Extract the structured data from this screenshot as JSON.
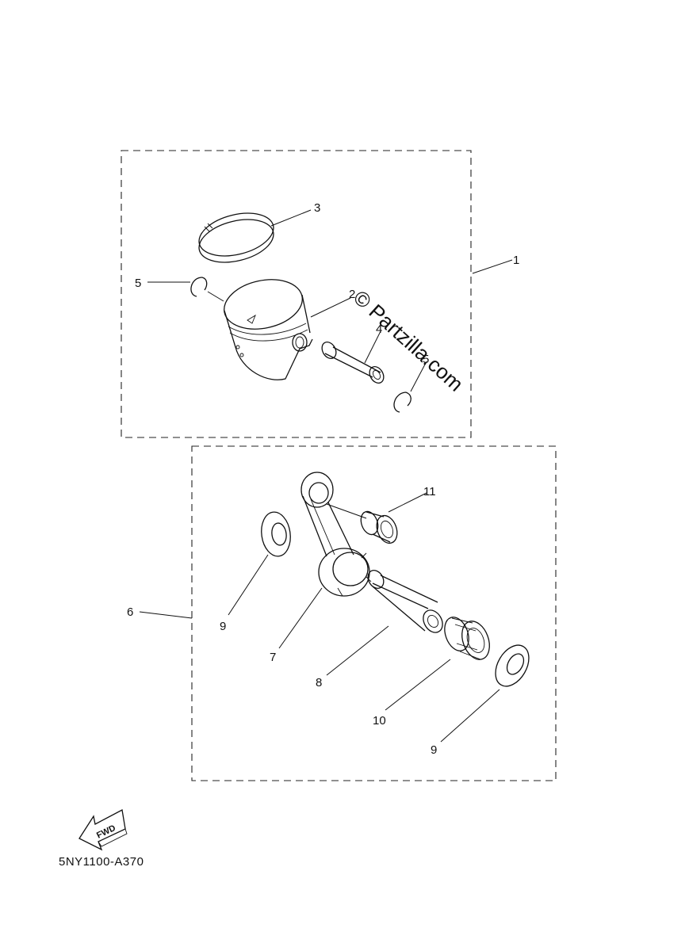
{
  "diagram": {
    "code": "5NY1100-A370",
    "watermark": "© Partzilla.com",
    "fwd_label": "FWD",
    "callouts": {
      "c1": "1",
      "c2": "2",
      "c3": "3",
      "c4": "4",
      "c5": "5",
      "c5b": "5",
      "c6": "6",
      "c7": "7",
      "c8": "8",
      "c9a": "9",
      "c9b": "9",
      "c10": "10",
      "c11": "11"
    }
  }
}
